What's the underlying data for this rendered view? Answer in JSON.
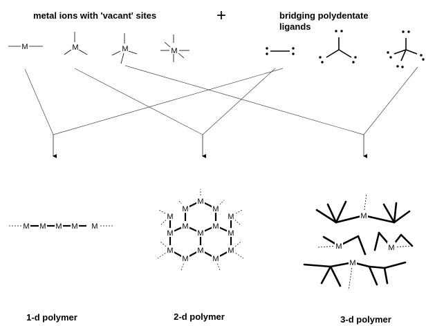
{
  "header": {
    "metal_caption": "metal ions with 'vacant' sites",
    "plus_sign": "+",
    "ligand_caption_line1": "bridging polydentate",
    "ligand_caption_line2": "ligands"
  },
  "atom_symbol": "M",
  "polymers": {
    "one_d_label": "1-d polymer",
    "two_d_label": "2-d polymer",
    "three_d_label": "3-d polymer"
  }
}
